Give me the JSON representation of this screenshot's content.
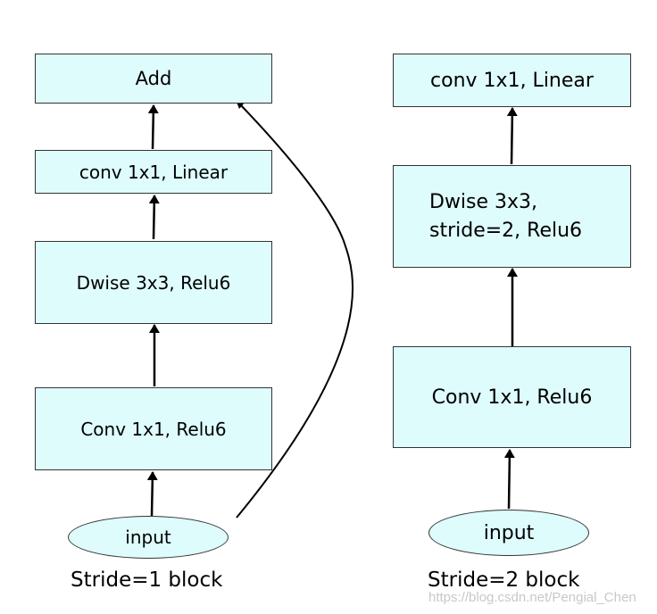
{
  "left_block": {
    "add": "Add",
    "conv_linear": "conv 1x1, Linear",
    "dwise": "Dwise 3x3, Relu6",
    "conv_relu": "Conv 1x1, Relu6",
    "input": "input",
    "caption": "Stride=1 block"
  },
  "right_block": {
    "conv_linear": "conv 1x1, Linear",
    "dwise_line1": "Dwise 3x3,",
    "dwise_line2": "stride=2, Relu6",
    "conv_relu": "Conv 1x1, Relu6",
    "input": "input",
    "caption": "Stride=2 block"
  },
  "watermark": "https://blog.csdn.net/Pengial_Chen",
  "colors": {
    "box_fill": "#dffcfd",
    "stroke": "#000000"
  }
}
